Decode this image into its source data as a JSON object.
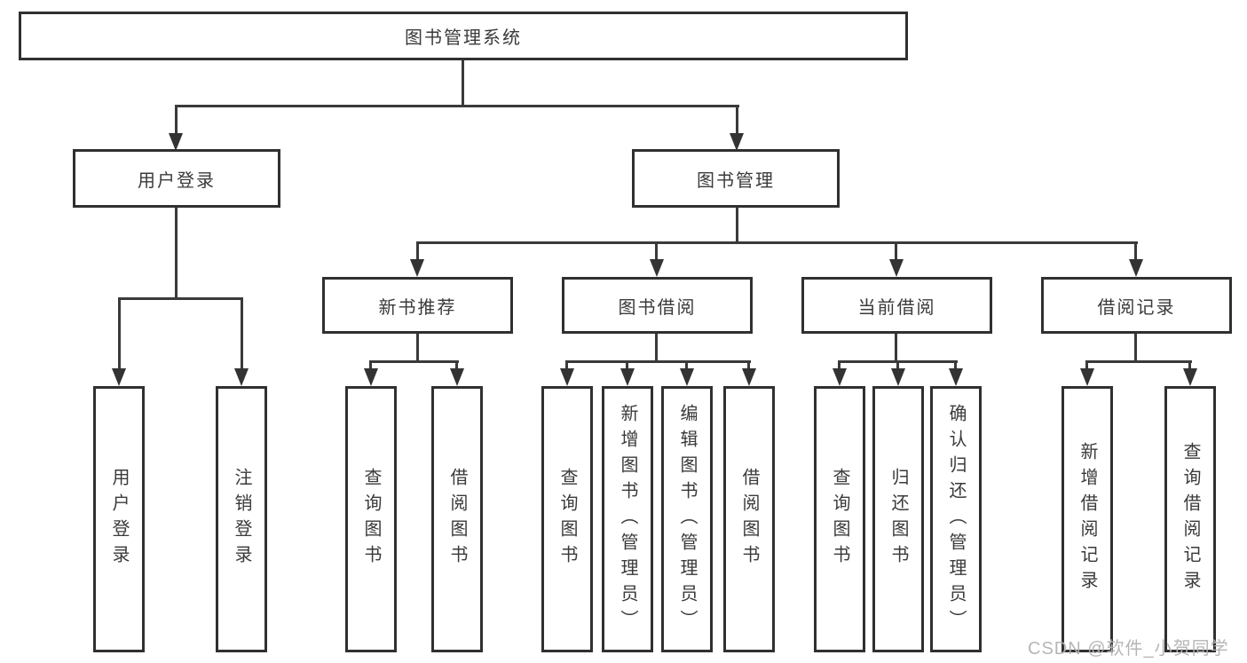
{
  "tree": {
    "root": "图书管理系统",
    "branches": [
      {
        "label": "用户登录",
        "children": [
          "用户登录",
          "注销登录"
        ]
      },
      {
        "label": "图书管理",
        "sections": [
          {
            "label": "新书推荐",
            "children": [
              "查询图书",
              "借阅图书"
            ]
          },
          {
            "label": "图书借阅",
            "children": [
              "查询图书",
              "新增图书（管理员）",
              "编辑图书（管理员）",
              "借阅图书"
            ]
          },
          {
            "label": "当前借阅",
            "children": [
              "查询图书",
              "归还图书",
              "确认归还（管理员）"
            ]
          },
          {
            "label": "借阅记录",
            "children": [
              "新增借阅记录",
              "查询借阅记录"
            ]
          }
        ]
      }
    ]
  },
  "watermark": "CSDN @软件_小贺同学",
  "colors": {
    "background": "#ffffff",
    "box_border": "#303030",
    "line": "#3a3a3a",
    "text": "#3a3a3a",
    "watermark": "#b2b2b2"
  }
}
